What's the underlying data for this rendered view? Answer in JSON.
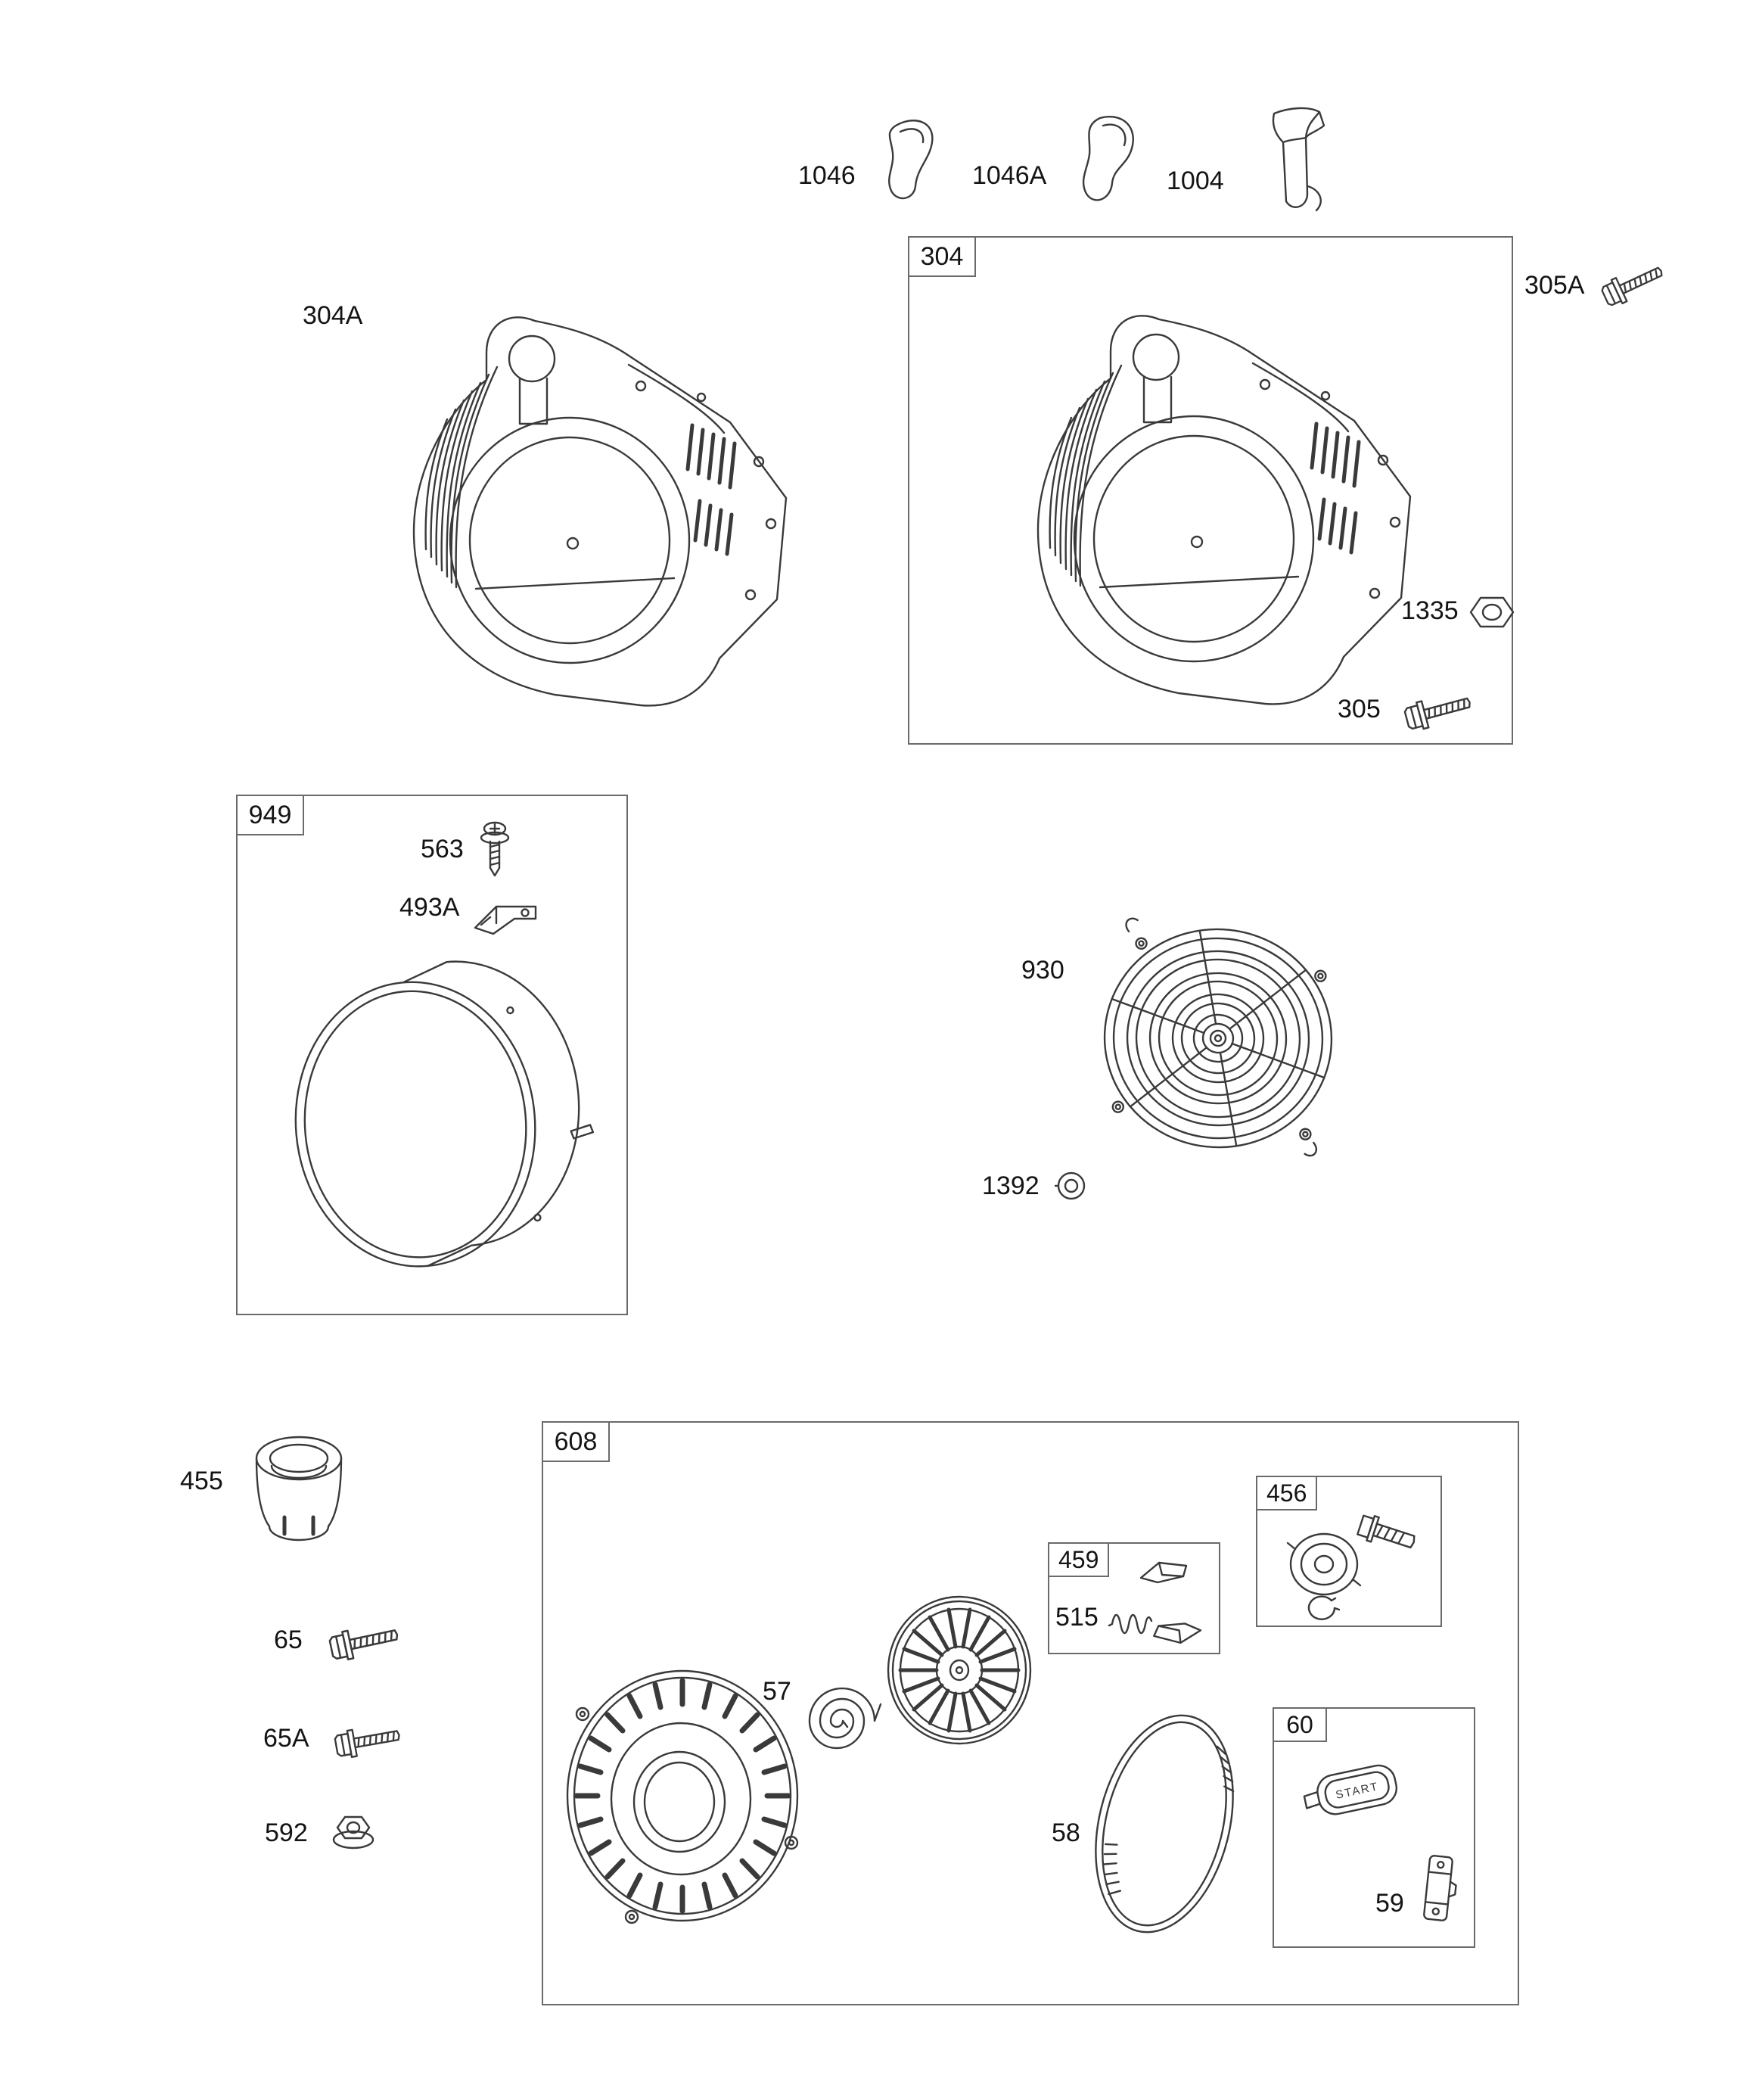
{
  "colors": {
    "background": "#ffffff",
    "line": "#3a3a3a",
    "text": "#141414",
    "box_border": "#6a6a6a"
  },
  "callouts": {
    "c1046": "1046",
    "c1046A": "1046A",
    "c1004": "1004",
    "c304A": "304A",
    "c305A": "305A",
    "c1335": "1335",
    "c305": "305",
    "c563": "563",
    "c493A": "493A",
    "c930": "930",
    "c1392": "1392",
    "c455": "455",
    "c65": "65",
    "c65A": "65A",
    "c592": "592",
    "c57": "57",
    "c515": "515",
    "c58": "58",
    "c59": "59"
  },
  "groups": {
    "g304": "304",
    "g949": "949",
    "g608": "608",
    "g459": "459",
    "g456": "456",
    "g60": "60"
  },
  "handle": {
    "text": "START"
  }
}
